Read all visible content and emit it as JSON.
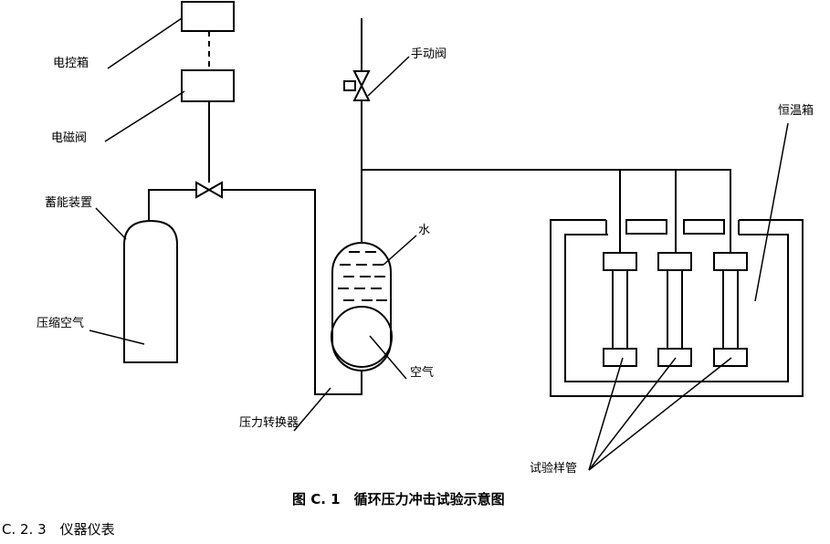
{
  "labels": {
    "control_box": "电控箱",
    "solenoid_valve": "电磁阀",
    "accumulator": "蓄能装置",
    "compressed_air": "压缩空气",
    "manual_valve": "手动阀",
    "water": "水",
    "air": "空气",
    "pressure_converter": "压力转换器",
    "thermostatic_box": "恒温箱",
    "test_samples": "试验样管"
  },
  "caption": "图 C. 1　循环压力冲击试验示意图",
  "section": "C. 2. 3　仪器仪表",
  "colors": {
    "line": "#000000",
    "background": "#ffffff"
  }
}
